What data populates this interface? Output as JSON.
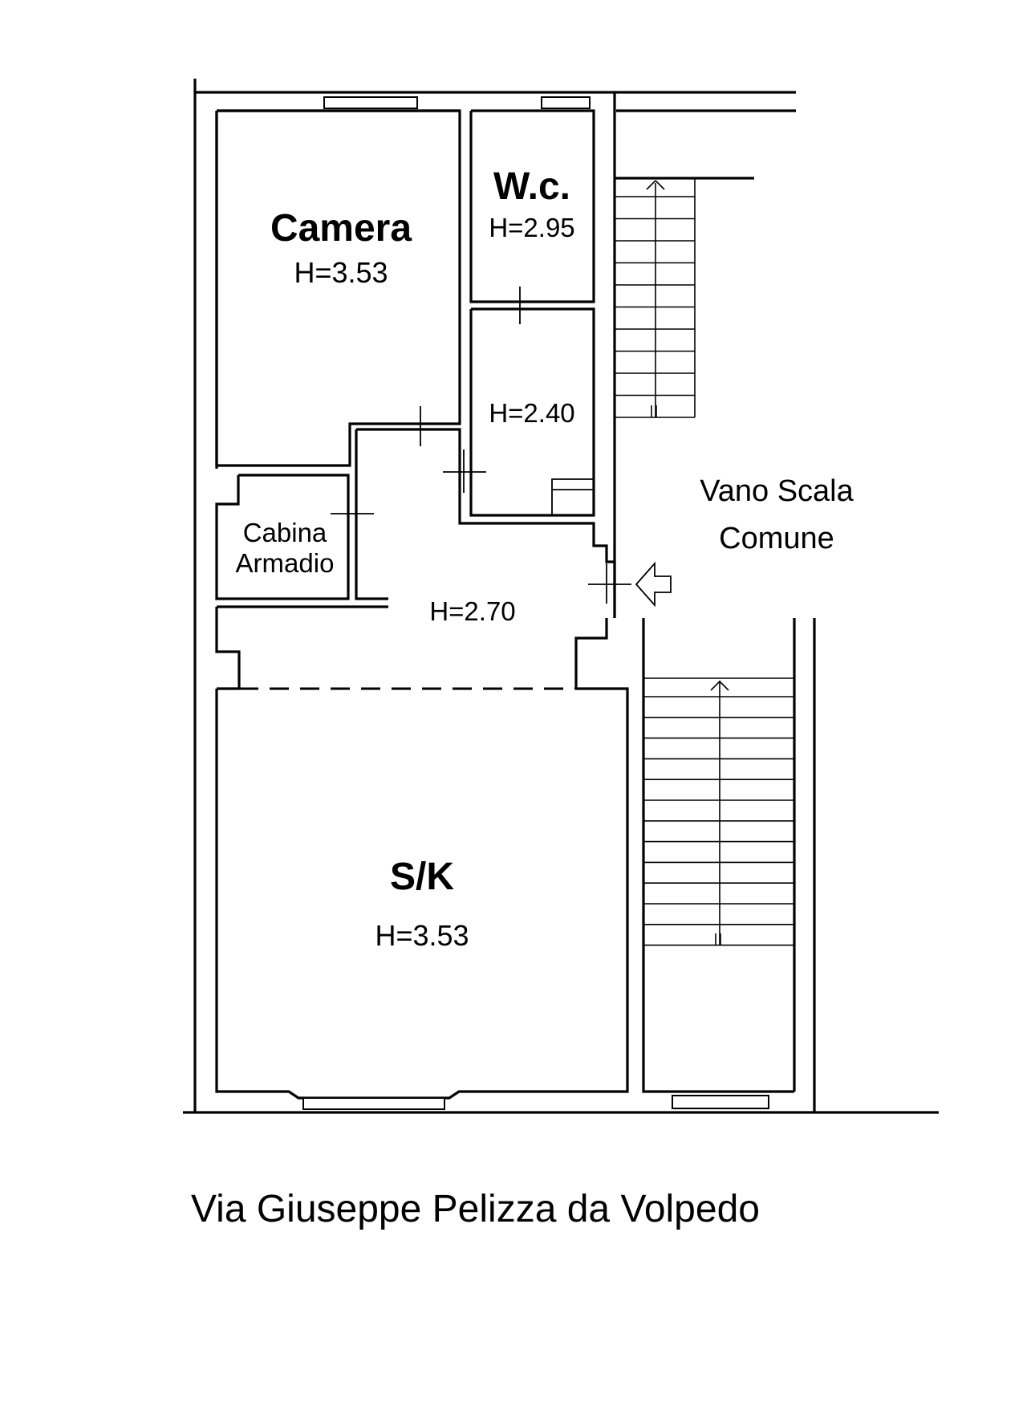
{
  "plan": {
    "rooms": {
      "camera": {
        "name": "Camera",
        "height": "H=3.53"
      },
      "wc": {
        "name": "W.c.",
        "height": "H=2.95"
      },
      "disimpegno": {
        "height": "H=2.40"
      },
      "cabina": {
        "line1": "Cabina",
        "line2": "Armadio"
      },
      "ingresso": {
        "height": "H=2.70"
      },
      "soggiorno": {
        "name": "S/K",
        "height": "H=3.53"
      }
    },
    "common_area": {
      "line1": "Vano Scala",
      "line2": "Comune"
    },
    "street": "Via Giuseppe Pelizza da Volpedo",
    "icons": [
      "entrance-arrow-icon",
      "stair-direction-arrow-icon"
    ]
  }
}
